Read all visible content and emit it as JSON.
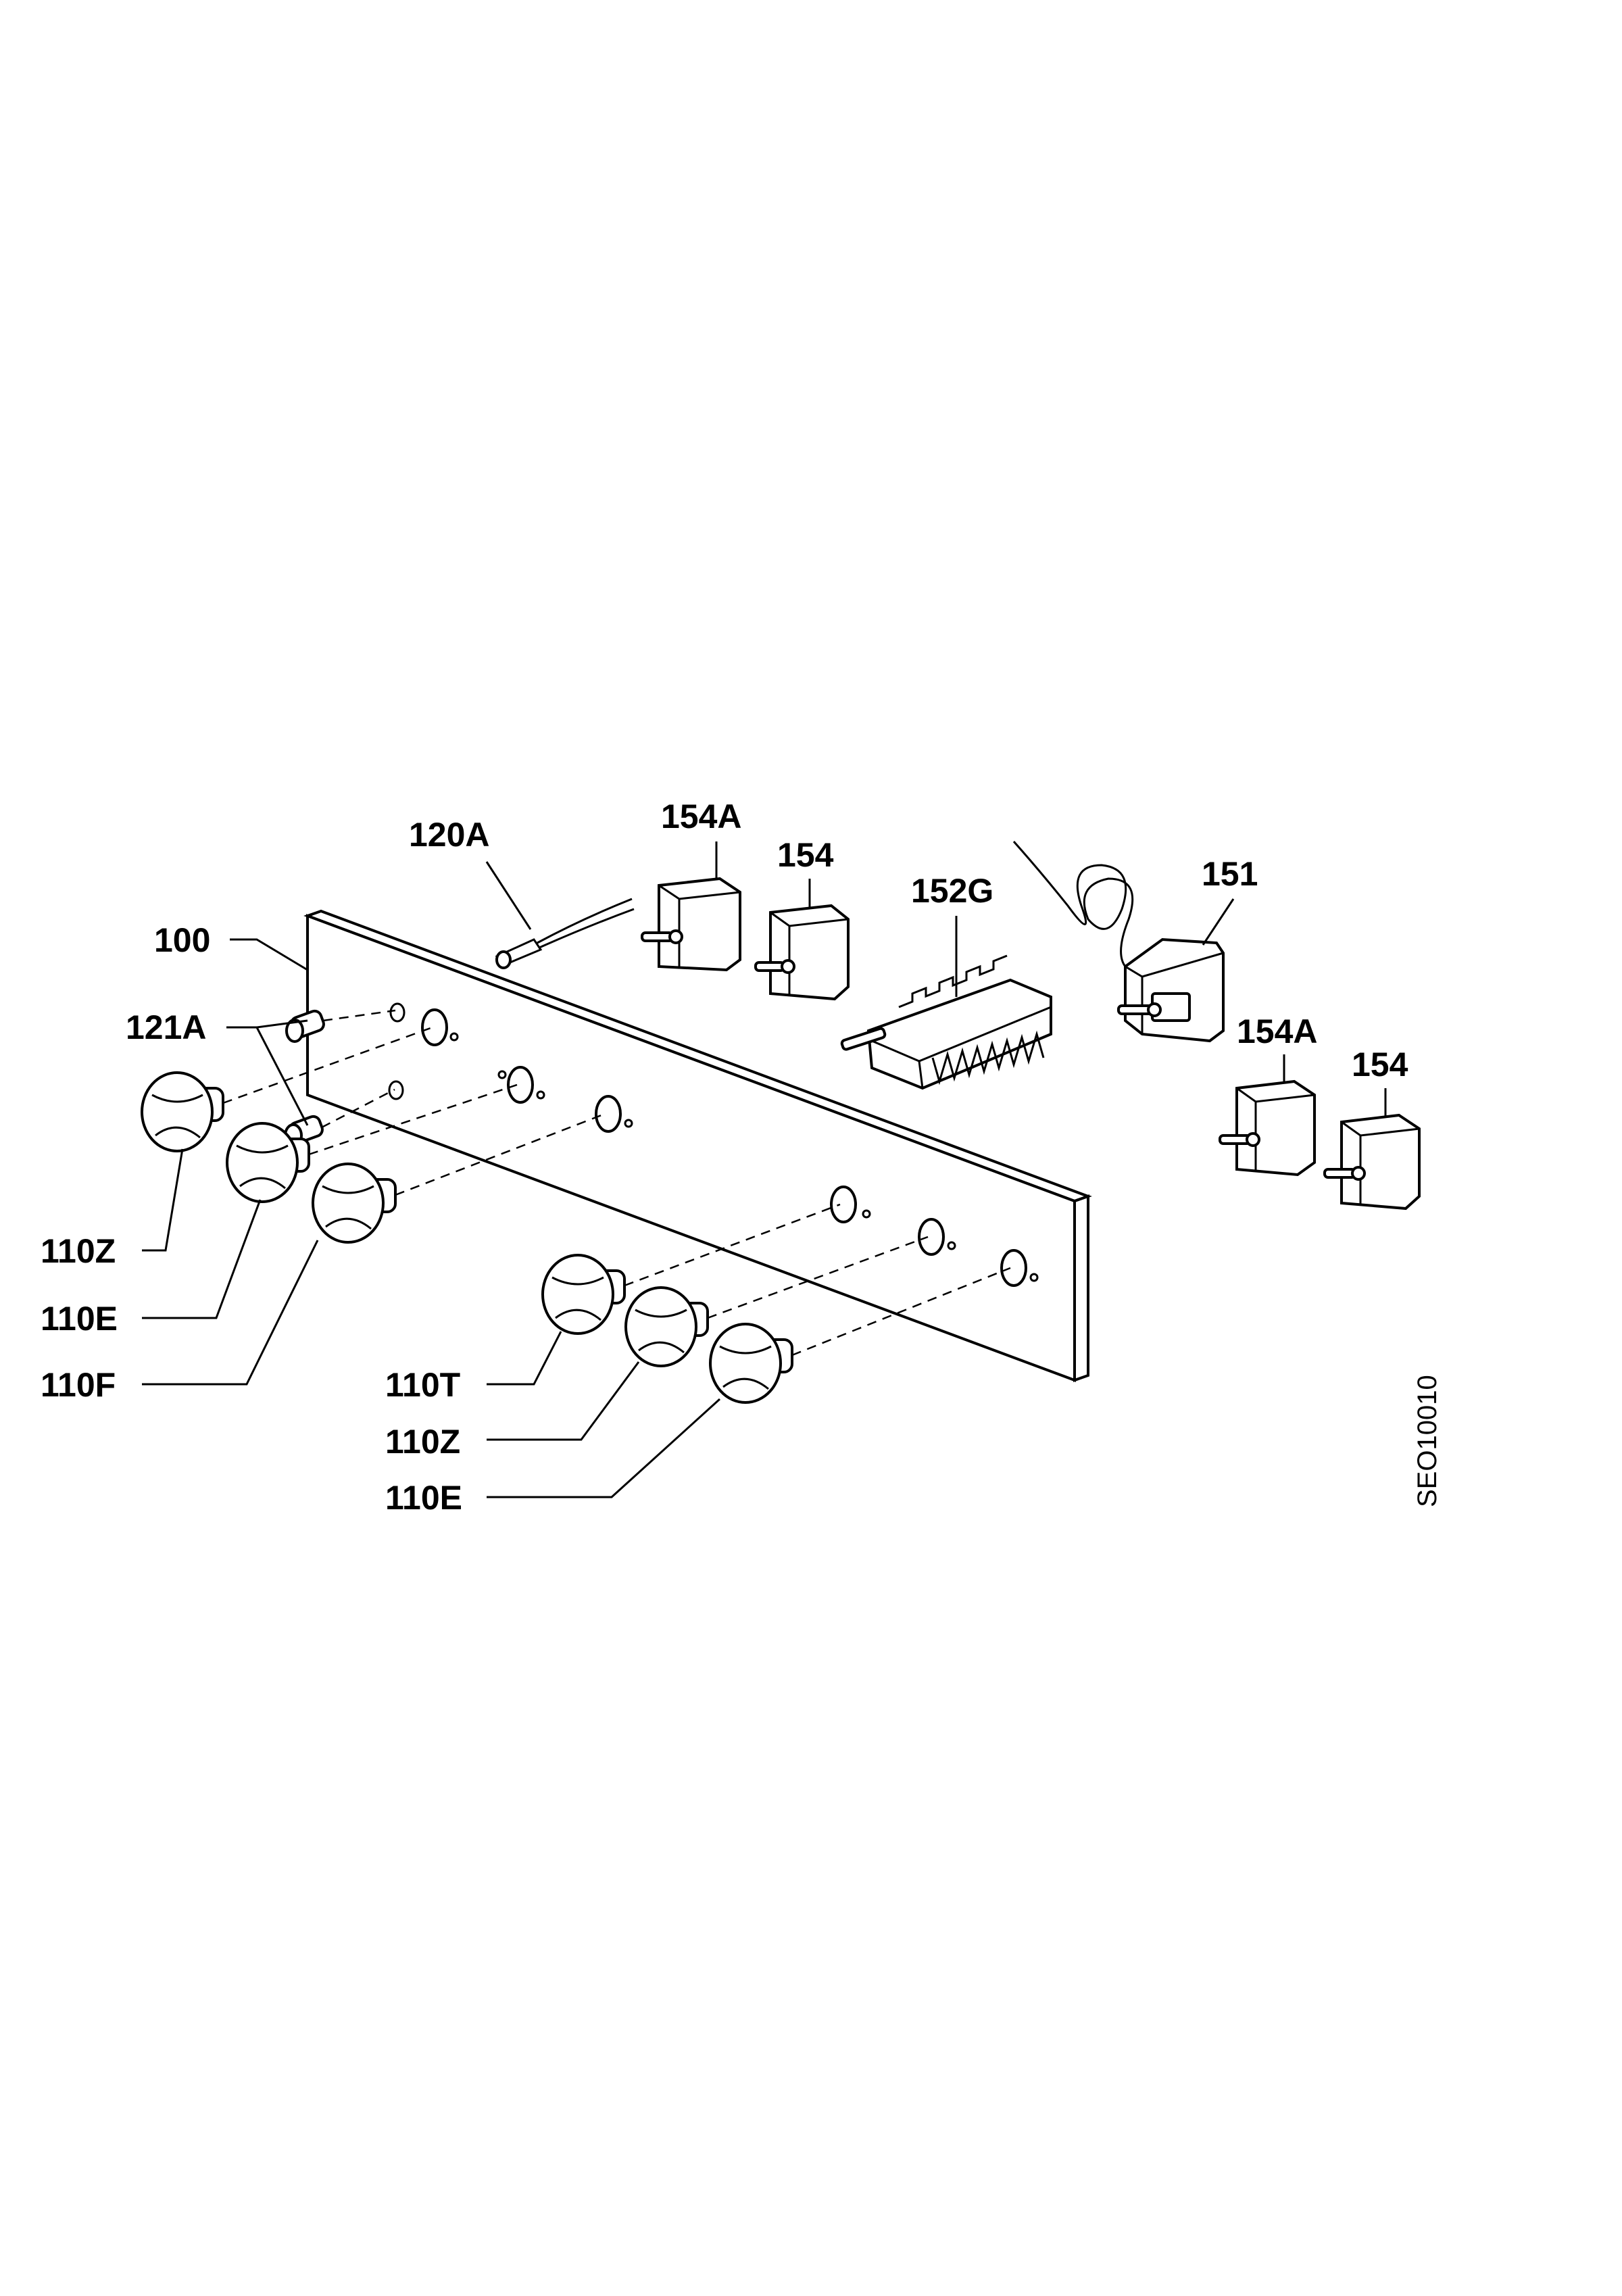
{
  "figure_code": "SEO10010",
  "callouts": {
    "panel": "100",
    "indicator_lamp": "120A",
    "lamp_holders": "121A",
    "switch_left": "154A",
    "switch_center": "154",
    "selector": "152G",
    "thermostat": "151",
    "switch_right_a": "154A",
    "switch_right_b": "154",
    "knob_l1": "110Z",
    "knob_l2": "110E",
    "knob_l3": "110F",
    "knob_r1": "110T",
    "knob_r2": "110Z",
    "knob_r3": "110E"
  }
}
